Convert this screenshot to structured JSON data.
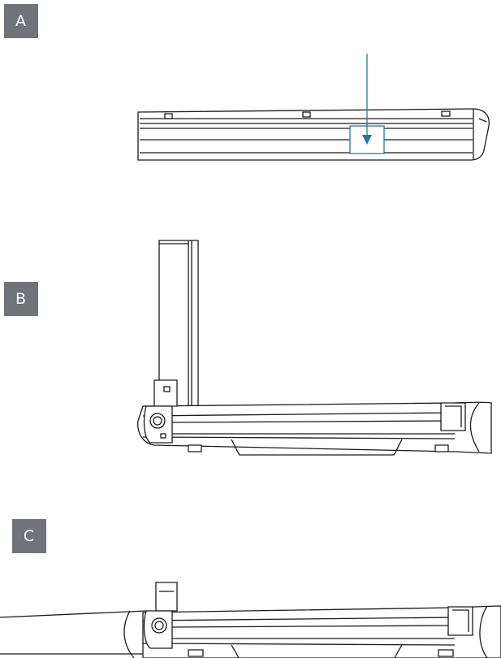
{
  "steps": [
    {
      "label": "A"
    },
    {
      "label": "B"
    },
    {
      "label": "C"
    }
  ],
  "colors": {
    "badge": "#6e7479",
    "accent": "#1f78a8",
    "line": "#1a1a1a"
  },
  "icons": {
    "indicator": "down-arrow-icon",
    "highlight": "highlight-box"
  }
}
